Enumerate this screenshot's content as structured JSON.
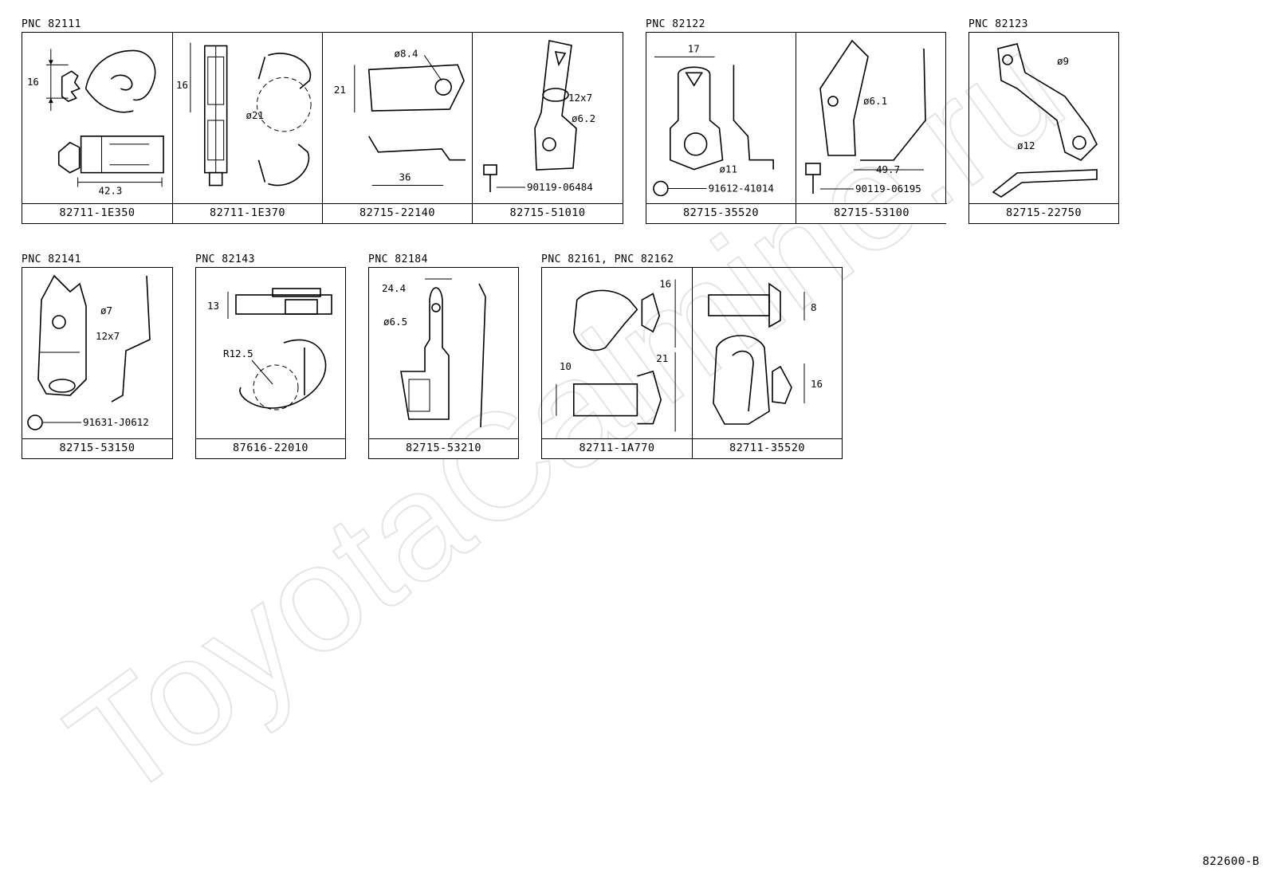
{
  "watermark": "ToyotaCalmine.ru",
  "reference": "822600-B",
  "groups": [
    {
      "label": "PNC 82111",
      "parts": [
        "82711-1E350",
        "82711-1E370",
        "82715-22140",
        "82715-51010"
      ],
      "dims": {
        "a": "16",
        "b": "42.3",
        "c": "16",
        "d": "ø21",
        "e": "21",
        "f": "ø8.4",
        "g": "36",
        "h": "12x7",
        "i": "ø6.2",
        "j": "90119-06484"
      }
    },
    {
      "label": "PNC 82122",
      "parts": [
        "82715-35520",
        "82715-53100"
      ],
      "dims": {
        "a": "17",
        "b": "ø11",
        "c": "91612-41014",
        "d": "ø6.1",
        "e": "49.7",
        "f": "90119-06195"
      }
    },
    {
      "label": "PNC 82123",
      "parts": [
        "82715-22750"
      ],
      "dims": {
        "a": "ø9",
        "b": "ø12"
      }
    },
    {
      "label": "PNC 82141",
      "parts": [
        "82715-53150"
      ],
      "dims": {
        "a": "ø7",
        "b": "12x7",
        "c": "91631-J0612"
      }
    },
    {
      "label": "PNC 82143",
      "parts": [
        "87616-22010"
      ],
      "dims": {
        "a": "13",
        "b": "R12.5"
      }
    },
    {
      "label": "PNC 82184",
      "parts": [
        "82715-53210"
      ],
      "dims": {
        "a": "24.4",
        "b": "ø6.5"
      }
    },
    {
      "label": "PNC 82161, PNC 82162",
      "parts": [
        "82711-1A770",
        "82711-35520"
      ],
      "dims": {
        "a": "16",
        "b": "10",
        "c": "21",
        "d": "8",
        "e": "16"
      }
    }
  ]
}
